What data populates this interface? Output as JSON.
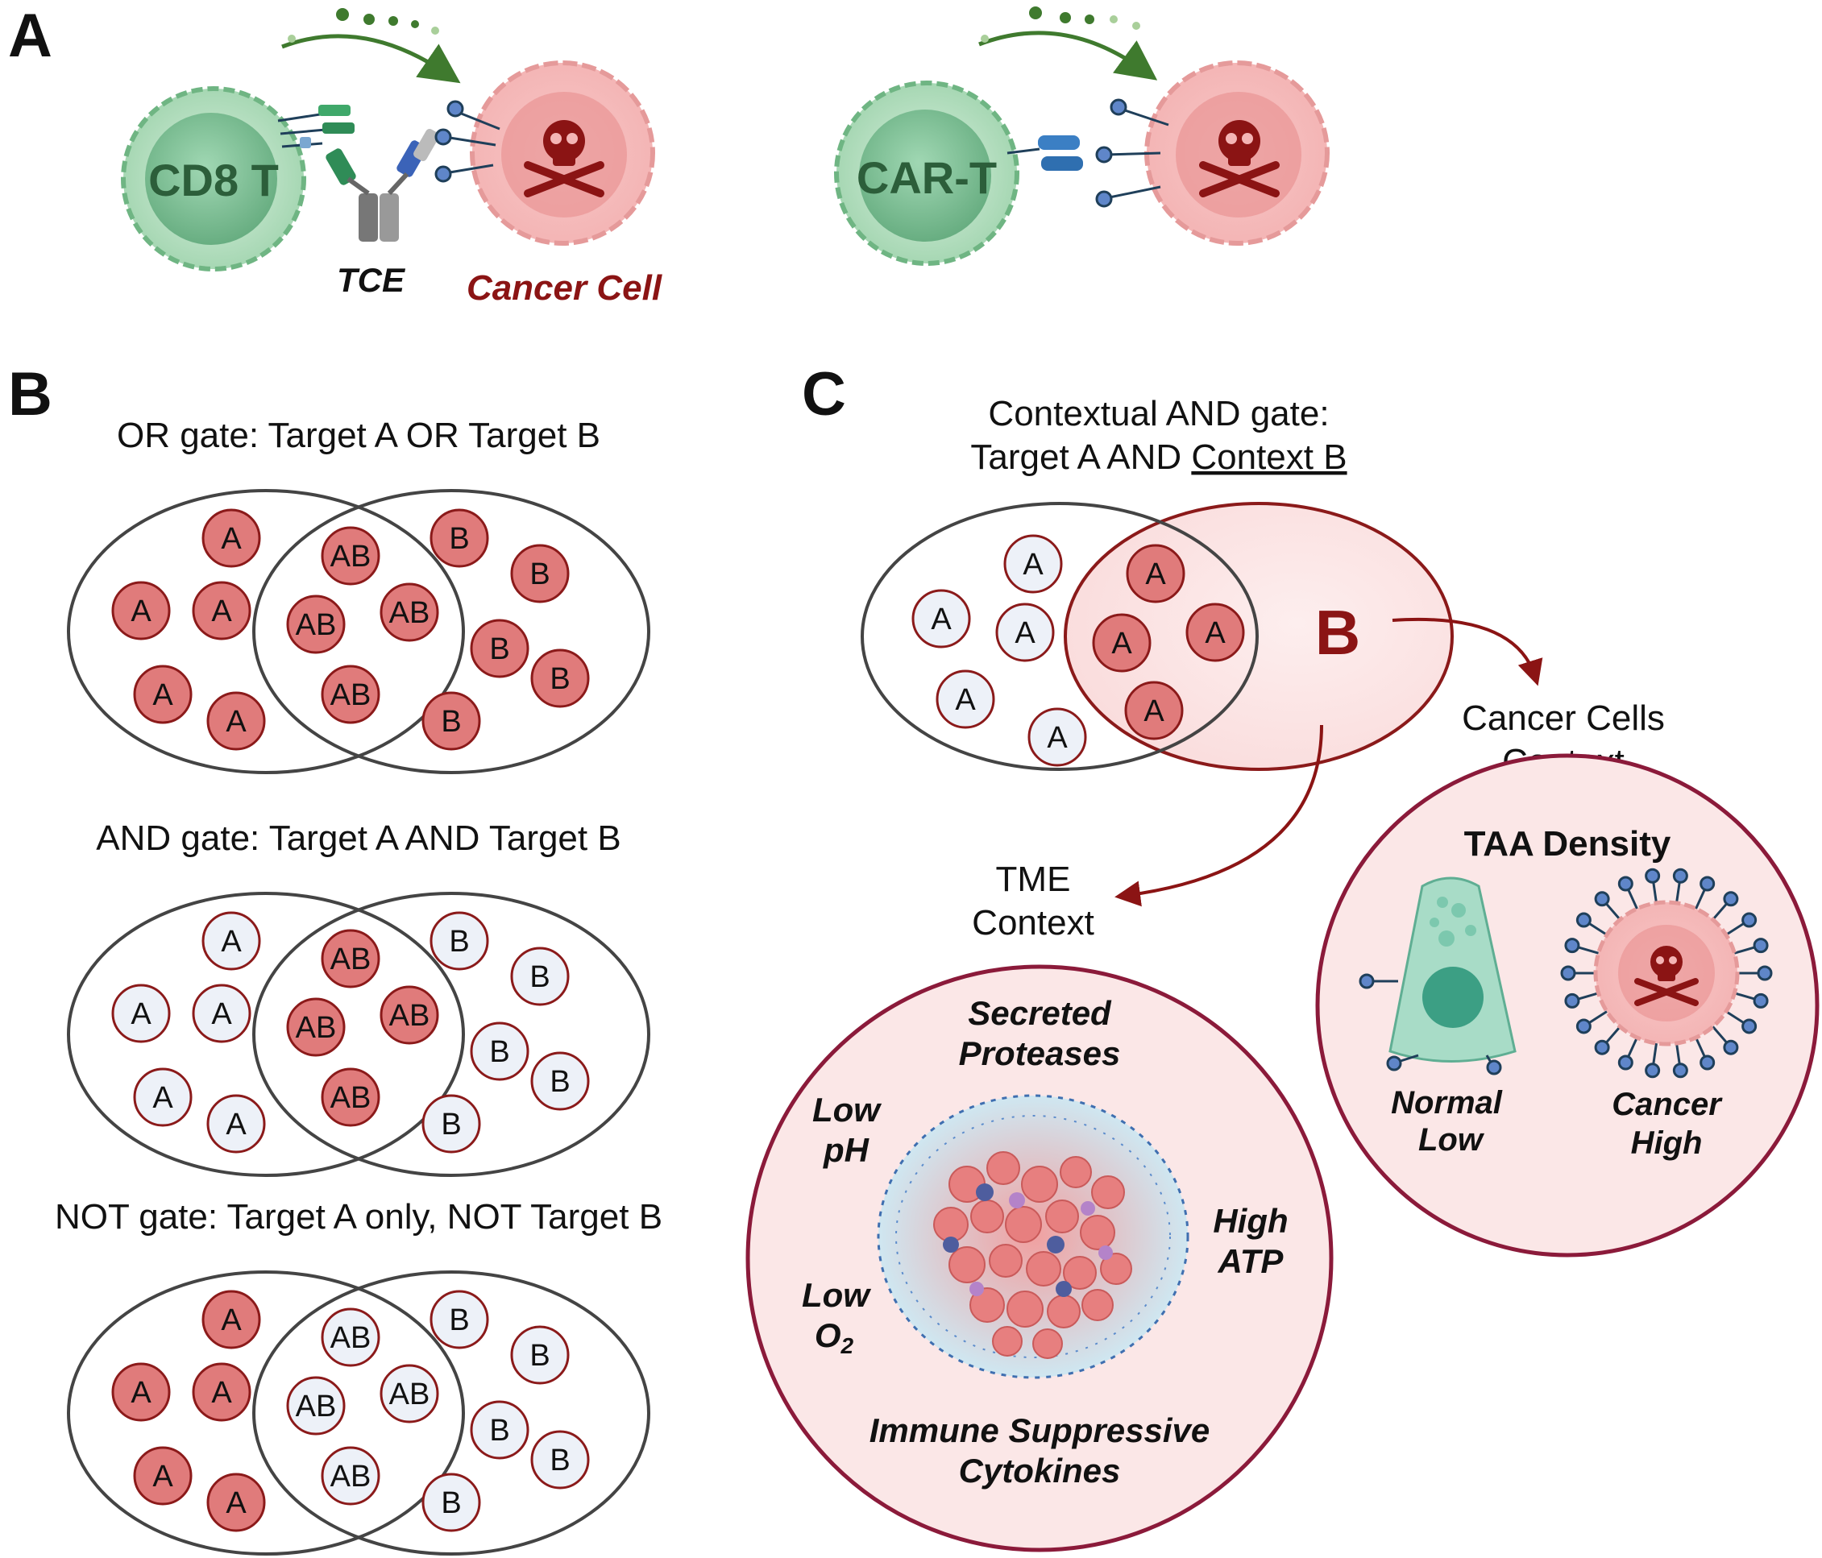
{
  "panels": {
    "a": {
      "letter": "A",
      "left": {
        "cell": "CD8 T",
        "engager": "TCE",
        "target": "Cancer Cell"
      },
      "right": {
        "cell": "CAR-T"
      }
    },
    "b": {
      "letter": "B",
      "gates": [
        {
          "title": "OR gate: Target A OR Target B",
          "fill_a": true,
          "fill_ab": true,
          "fill_b": true
        },
        {
          "title": "AND gate: Target A AND Target B",
          "fill_a": false,
          "fill_ab": true,
          "fill_b": false
        },
        {
          "title": "NOT gate: Target A only, NOT Target B",
          "fill_a": true,
          "fill_ab": false,
          "fill_b": false
        }
      ],
      "labels": {
        "a": "A",
        "ab": "AB",
        "b": "B"
      }
    },
    "c": {
      "letter": "C",
      "title_line1": "Contextual AND gate:",
      "title_line2_plain": "Target A AND ",
      "title_line2_underlined": "Context B",
      "label_a": "A",
      "label_b": "B",
      "cancer_context": {
        "line1": "Cancer Cells",
        "line2": "Context"
      },
      "tme_context": {
        "line1": "TME",
        "line2": "Context"
      },
      "tme": {
        "secreted_1": "Secreted",
        "secreted_2": "Proteases",
        "low_ph_1": "Low",
        "low_ph_2": "pH",
        "low_o2_1": "Low",
        "low_o2_2": "O",
        "o2_sub": "2",
        "high_atp_1": "High",
        "high_atp_2": "ATP",
        "cytokines_1": "Immune Suppressive",
        "cytokines_2": "Cytokines"
      },
      "taa": {
        "title": "TAA Density",
        "normal_1": "Normal",
        "normal_2": "Low",
        "cancer_1": "Cancer",
        "cancer_2": "High"
      }
    }
  },
  "colors": {
    "red_fill": "#e07b7b",
    "red_stroke": "#8b1a1a",
    "pale_fill": "#edf1f8",
    "pink_bg": "#fbe7e7",
    "dark_red": "#8b1414",
    "green_cell": "#8fc9a4",
    "green_text": "#2c5e3a",
    "cancer_pink": "#f2b1b1"
  }
}
